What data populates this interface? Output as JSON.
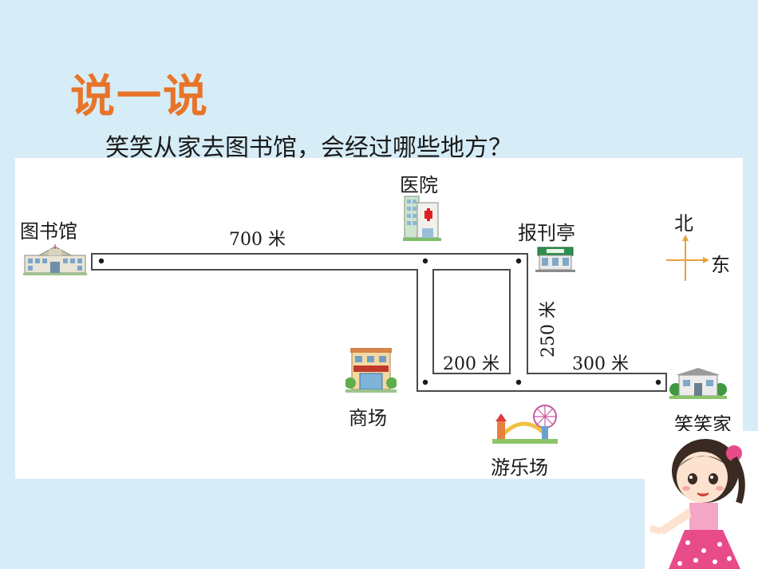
{
  "header": {
    "title": "说一说",
    "question": "笑笑从家去图书馆，会经过哪些地方？"
  },
  "places": {
    "library": "图书馆",
    "hospital": "医院",
    "newsstand": "报刊亭",
    "mall": "商场",
    "amusement_park": "游乐场",
    "home": "笑笑家"
  },
  "distances": {
    "library_to_hospital": "700 米",
    "newsstand_to_home_vertical": "250 米",
    "inner_bottom": "200 米",
    "to_home": "300 米"
  },
  "compass": {
    "north": "北",
    "east": "东"
  },
  "colors": {
    "title": "#e8742a",
    "background": "#d6ecf6",
    "road": "#4a4a4a",
    "compass": "#e6a23c"
  },
  "icons": [
    "library-icon",
    "hospital-icon",
    "newsstand-icon",
    "mall-icon",
    "amusement-park-icon",
    "home-icon",
    "girl-illustration"
  ]
}
